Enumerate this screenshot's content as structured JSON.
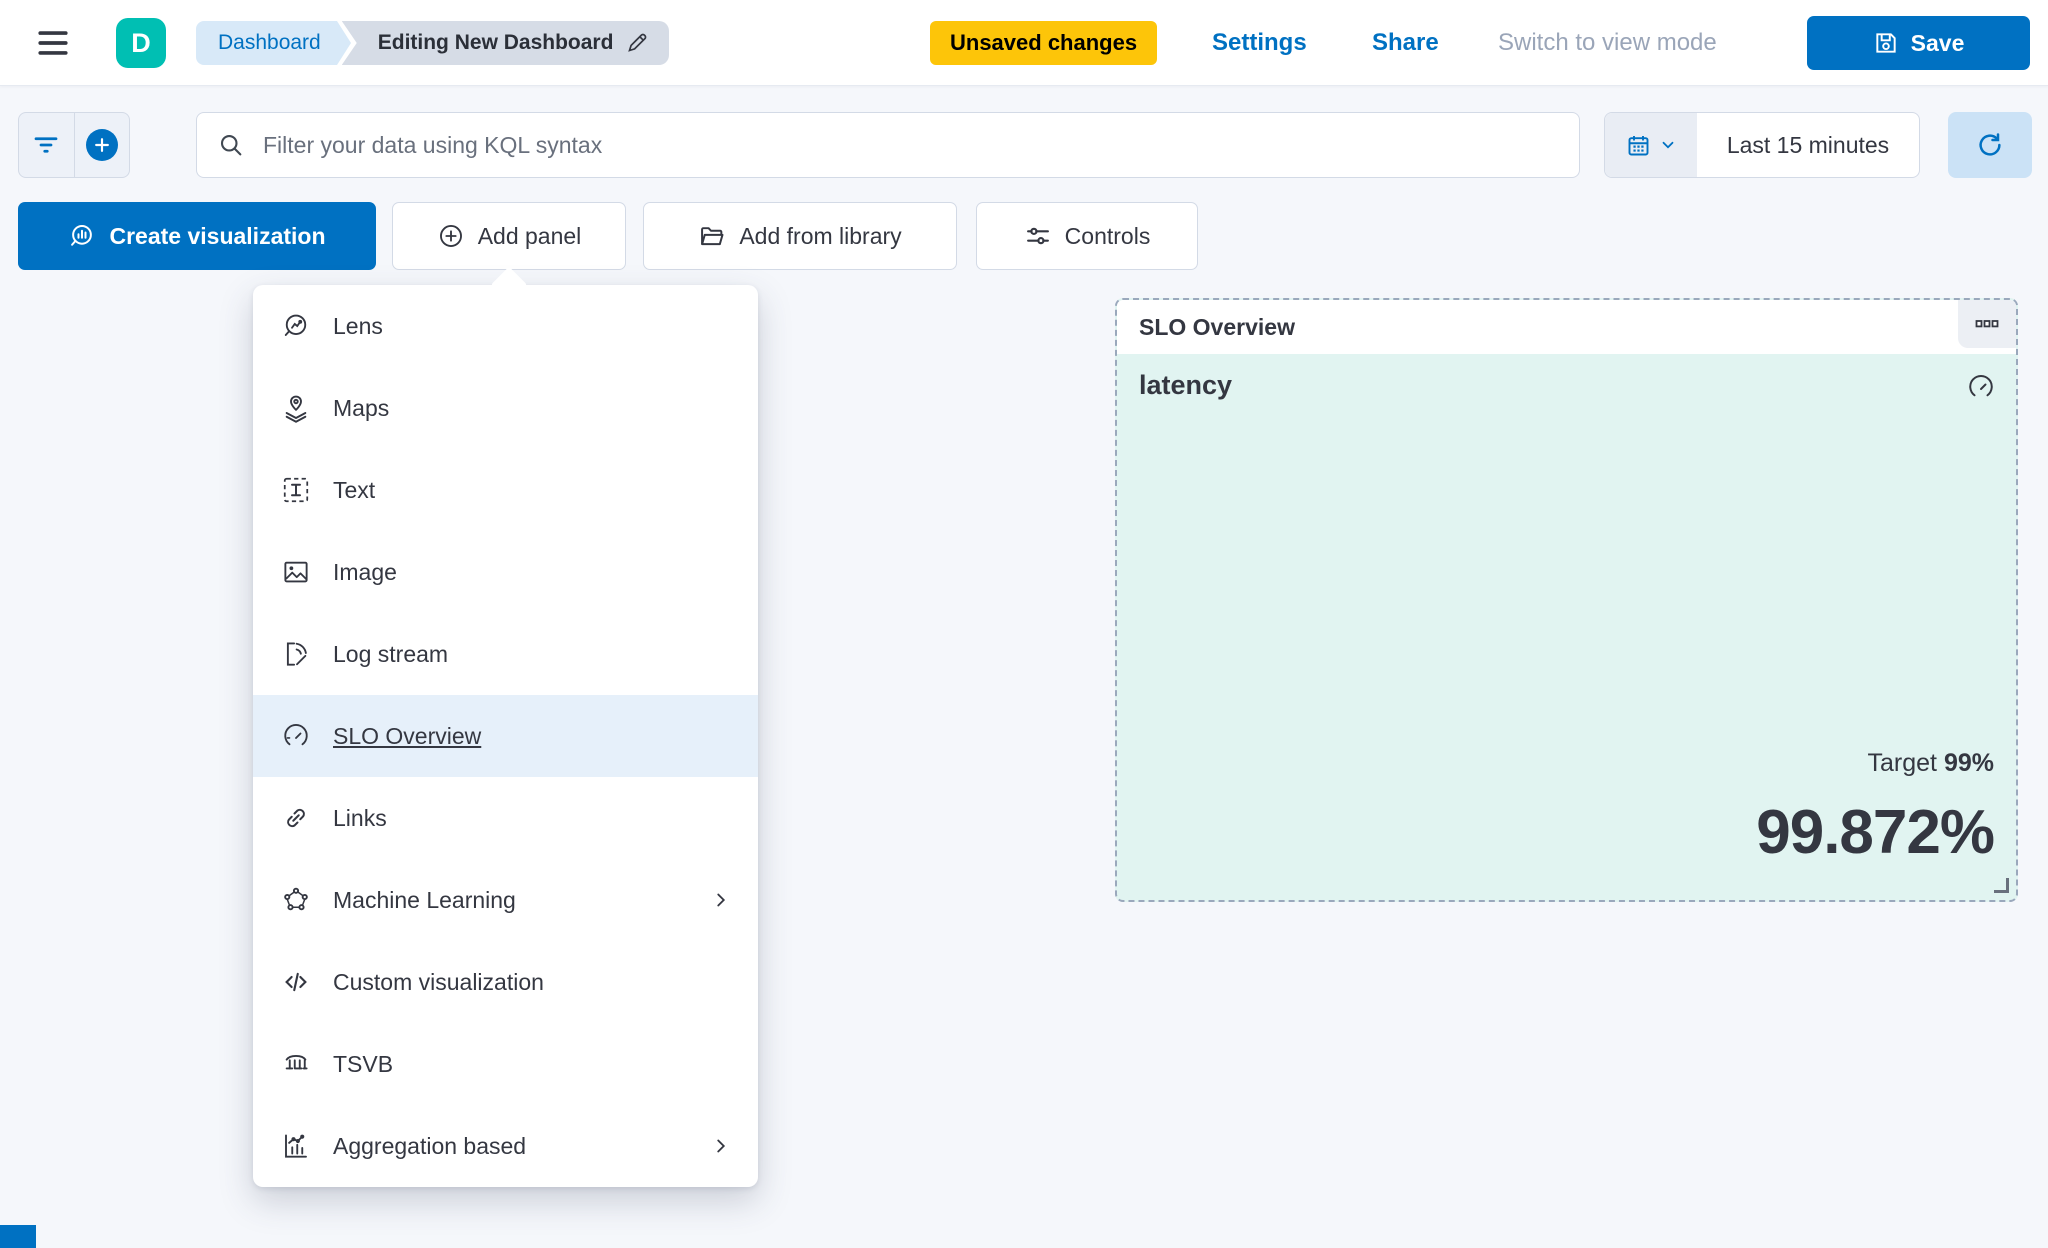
{
  "header": {
    "logo_letter": "D",
    "breadcrumbs": {
      "root": "Dashboard",
      "current": "Editing New Dashboard"
    },
    "unsaved_badge": "Unsaved changes",
    "settings_label": "Settings",
    "share_label": "Share",
    "switch_view_label": "Switch to view mode",
    "save_label": "Save"
  },
  "querybar": {
    "search_placeholder": "Filter your data using KQL syntax",
    "time_range": "Last 15 minutes"
  },
  "toolbar": {
    "create_visualization": "Create visualization",
    "add_panel": "Add panel",
    "add_from_library": "Add from library",
    "controls": "Controls"
  },
  "add_panel_menu": {
    "items": [
      {
        "label": "Lens",
        "icon": "lens-icon",
        "selected": false,
        "has_submenu": false
      },
      {
        "label": "Maps",
        "icon": "maps-icon",
        "selected": false,
        "has_submenu": false
      },
      {
        "label": "Text",
        "icon": "text-icon",
        "selected": false,
        "has_submenu": false
      },
      {
        "label": "Image",
        "icon": "image-icon",
        "selected": false,
        "has_submenu": false
      },
      {
        "label": "Log stream",
        "icon": "log-stream-icon",
        "selected": false,
        "has_submenu": false
      },
      {
        "label": "SLO Overview",
        "icon": "gauge-icon",
        "selected": true,
        "has_submenu": false
      },
      {
        "label": "Links",
        "icon": "links-icon",
        "selected": false,
        "has_submenu": false
      },
      {
        "label": "Machine Learning",
        "icon": "machine-learning-icon",
        "selected": false,
        "has_submenu": true
      },
      {
        "label": "Custom visualization",
        "icon": "code-icon",
        "selected": false,
        "has_submenu": false
      },
      {
        "label": "TSVB",
        "icon": "tsvb-icon",
        "selected": false,
        "has_submenu": false
      },
      {
        "label": "Aggregation based",
        "icon": "aggregation-icon",
        "selected": false,
        "has_submenu": true
      }
    ]
  },
  "slo_panel": {
    "header_title": "SLO Overview",
    "metric_title": "latency",
    "target_label": "Target",
    "target_value": "99%",
    "value": "99.872%"
  },
  "colors": {
    "primary_blue": "#0071C2",
    "teal_logo": "#00BFB3",
    "warning_badge": "#FDC509",
    "breadcrumb_blue_bg": "#D8E9F8",
    "breadcrumb_gray_bg": "#D6DCE6",
    "menu_selected_bg": "#E6F0FA",
    "panel_mint_bg": "#E1F4F1",
    "page_bg": "#F5F7FB",
    "text_dark": "#343741",
    "muted_text": "#69707D",
    "disabled_text": "#9AA5B8",
    "border_gray": "#D3DAE6",
    "panel_dashed_border": "#9AA8BC"
  }
}
